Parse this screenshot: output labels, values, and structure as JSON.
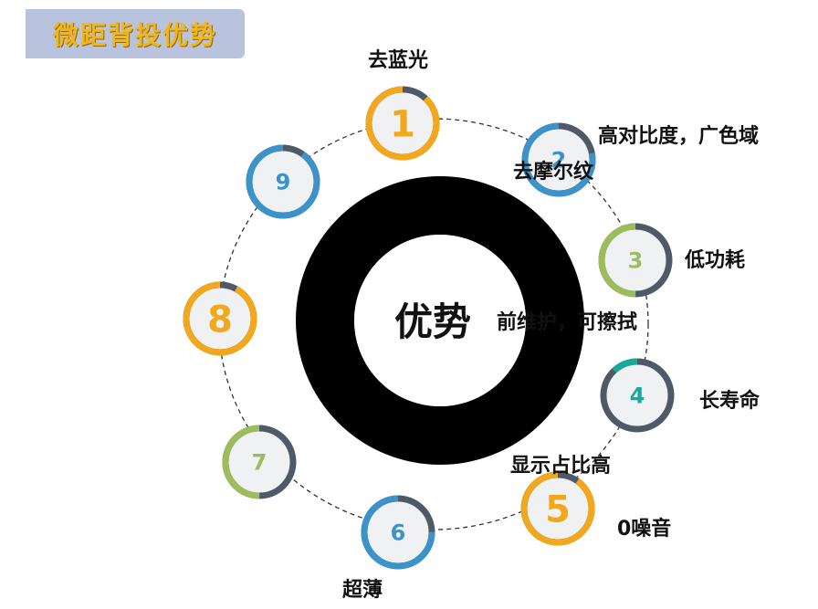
{
  "title": "微距背投优势",
  "center": "优势",
  "colors": {
    "orange": "#f3a71c",
    "blue": "#3c93c9",
    "green": "#9cbc5e",
    "teal": "#19a99a",
    "slate": "#4f5967",
    "disk": "#f0f1f3",
    "ring": "#000000"
  },
  "items": [
    {
      "num": "1",
      "label": "去蓝光",
      "color": "orange",
      "fill": 0.88
    },
    {
      "num": "2",
      "label": "高对比度，广色域",
      "color": "blue",
      "fill": 0.78
    },
    {
      "num": "3",
      "label": "低功耗",
      "color": "green",
      "fill": 0.5
    },
    {
      "num": "4",
      "label": "长寿命",
      "color": "teal",
      "fill": 0.12
    },
    {
      "num": "5",
      "label": "0噪音",
      "color": "orange",
      "fill": 0.9
    },
    {
      "num": "6",
      "label": "超薄",
      "color": "blue",
      "fill": 0.75
    },
    {
      "num": "7",
      "label": "显示占比高",
      "color": "green",
      "fill": 0.5
    },
    {
      "num": "8",
      "label": "前维护，可擦拭",
      "color": "orange",
      "fill": 0.92
    },
    {
      "num": "9",
      "label": "去摩尔纹",
      "color": "blue",
      "fill": 0.9
    }
  ]
}
